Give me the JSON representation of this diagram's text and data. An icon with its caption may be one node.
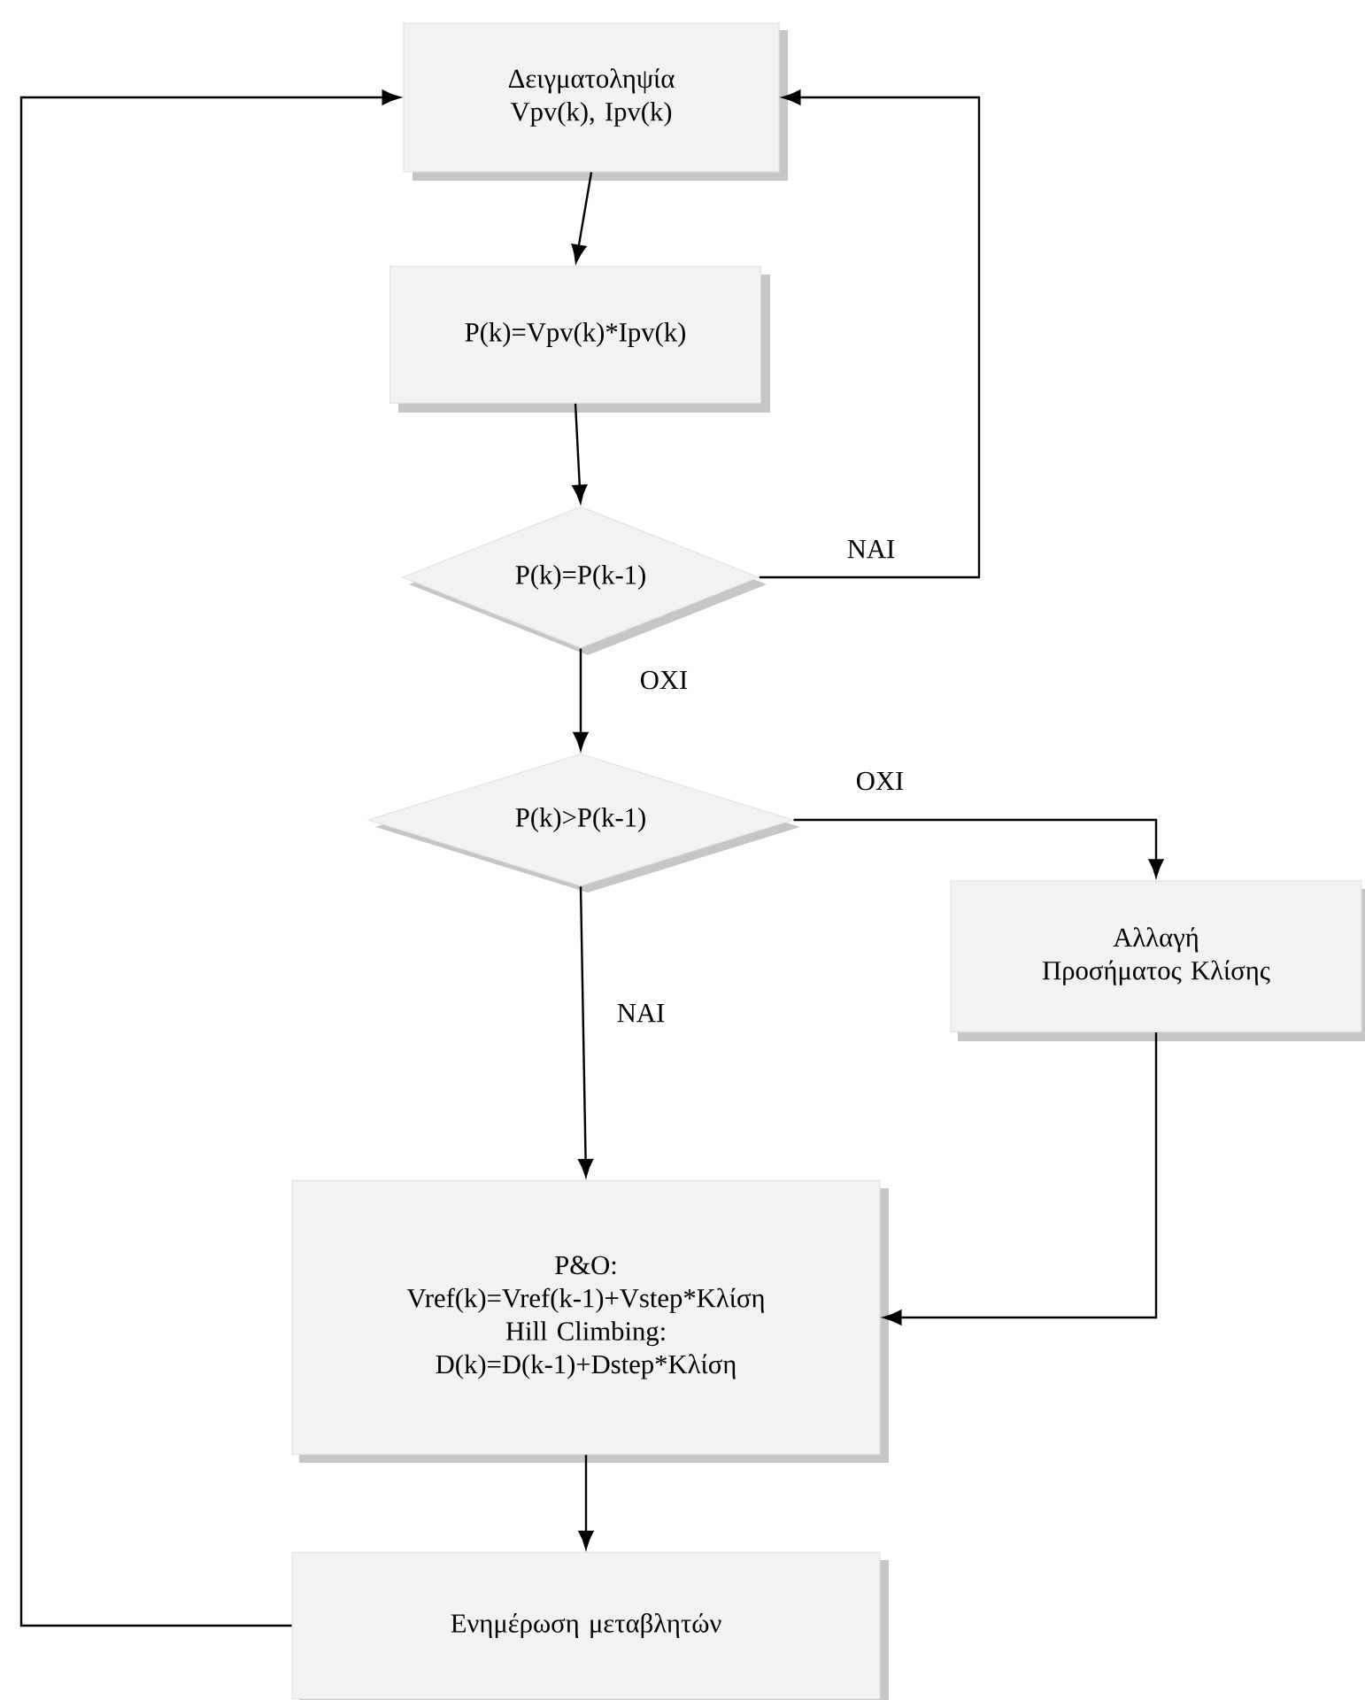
{
  "diagram": {
    "nodes": [
      {
        "text": [
          "Δειγματοληψία Vpv(k), Ipv(k)"
        ]
      },
      {
        "text": [
          "P(k)=Vpv(k)*Ipv(k)"
        ]
      },
      {
        "text": [
          "P(k)=P(k-1)"
        ]
      },
      {
        "text": [
          "P(k)>P(k-1)"
        ]
      },
      {
        "text": [
          "Αλλαγή Προσήματος Κλίσης"
        ]
      },
      {
        "text": [
          "P&O:",
          "Vref(k)=Vref(k-1)+Vstep*Κλίση",
          "Hill Climbing:",
          "D(k)=D(k-1)+Dstep*Κλίση"
        ]
      },
      {
        "text": [
          "Ενημέρωση μεταβλητών"
        ]
      }
    ],
    "edges": [
      {
        "from": 0,
        "to": 1,
        "arrow": "to"
      },
      {
        "from": 1,
        "to": 2,
        "arrow": "to"
      },
      {
        "from": 2,
        "to": 0,
        "arrow": "to",
        "label": "ΝΑΙ"
      },
      {
        "from": 2,
        "to": 3,
        "arrow": "to",
        "label": "ΟΧΙ"
      },
      {
        "from": 3,
        "to": 4,
        "arrow": "to",
        "label": "ΟΧΙ"
      },
      {
        "from": 3,
        "to": 5,
        "arrow": "to",
        "label": "ΝΑΙ"
      },
      {
        "from": 4,
        "to": 5,
        "arrow": "to"
      },
      {
        "from": 5,
        "to": 6,
        "arrow": "to"
      },
      {
        "from": 6,
        "to": 0,
        "arrow": "to"
      }
    ]
  }
}
